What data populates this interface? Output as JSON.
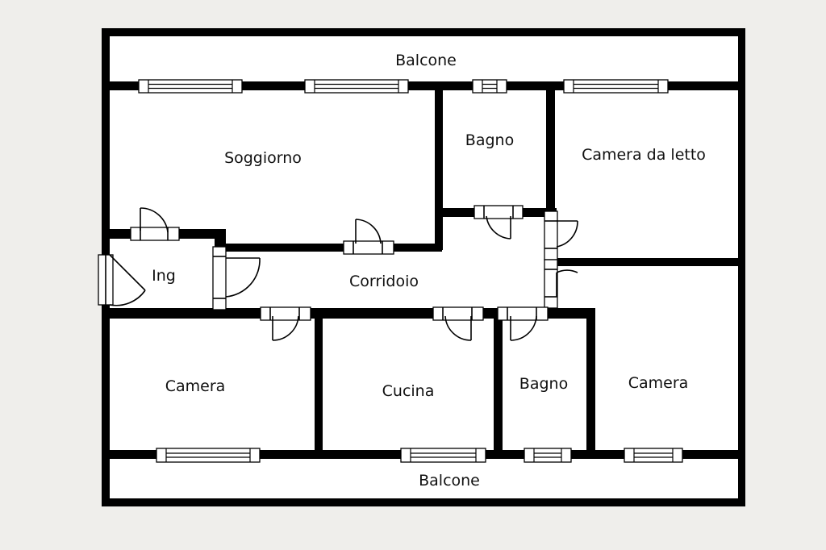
{
  "floor_plan": {
    "rooms": {
      "balcone_top": "Balcone",
      "soggiorno": "Soggiorno",
      "bagno_top": "Bagno",
      "camera_da_letto": "Camera da letto",
      "ing": "Ing",
      "corridoio": "Corridoio",
      "camera_left": "Camera",
      "cucina": "Cucina",
      "bagno_bottom": "Bagno",
      "camera_right": "Camera",
      "balcone_bottom": "Balcone"
    },
    "colors": {
      "background": "#efeeeb",
      "floor": "#ffffff",
      "walls": "#000000"
    }
  }
}
